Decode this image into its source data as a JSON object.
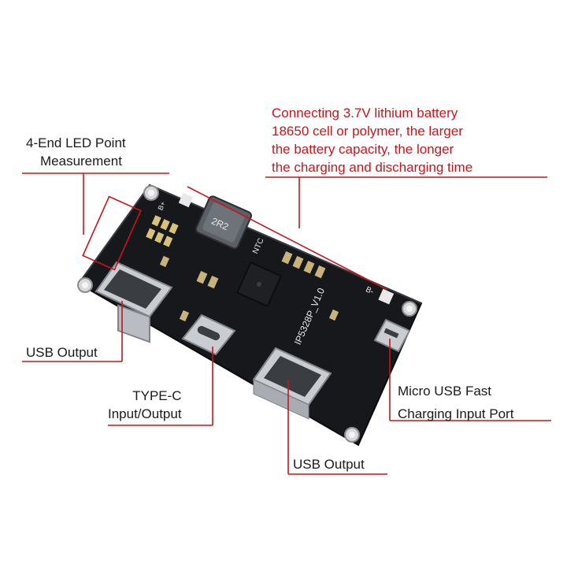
{
  "colors": {
    "annotation_red": "#c8151b",
    "label_text": "#1a1a1a",
    "board": "#17181c",
    "silkscreen": "#e8e8e8",
    "metal": "#c9ccd1"
  },
  "annotations": {
    "battery": {
      "lines": [
        "Connecting 3.7V lithium battery",
        "18650 cell or polymer, the larger",
        "the battery capacity, the longer",
        "the charging and discharging time"
      ]
    },
    "led": {
      "lines": [
        "4-End LED Point",
        "Measurement"
      ]
    },
    "usb_output_left": {
      "text": "USB Output"
    },
    "type_c": {
      "lines": [
        "TYPE-C",
        "Input/Output"
      ]
    },
    "micro_usb": {
      "lines": [
        "Micro USB Fast",
        "Charging Input Port"
      ]
    },
    "usb_output_bottom": {
      "text": "USB Output"
    }
  },
  "board": {
    "model_marking": "IP5328P_V1.0",
    "inductor_marking": "2R2",
    "ntc_marking": "NTC",
    "b_minus_marking": "B-",
    "b_plus_marking": "B+"
  },
  "icons": [
    "usb-a-port-icon",
    "usb-c-port-icon",
    "micro-usb-port-icon"
  ]
}
